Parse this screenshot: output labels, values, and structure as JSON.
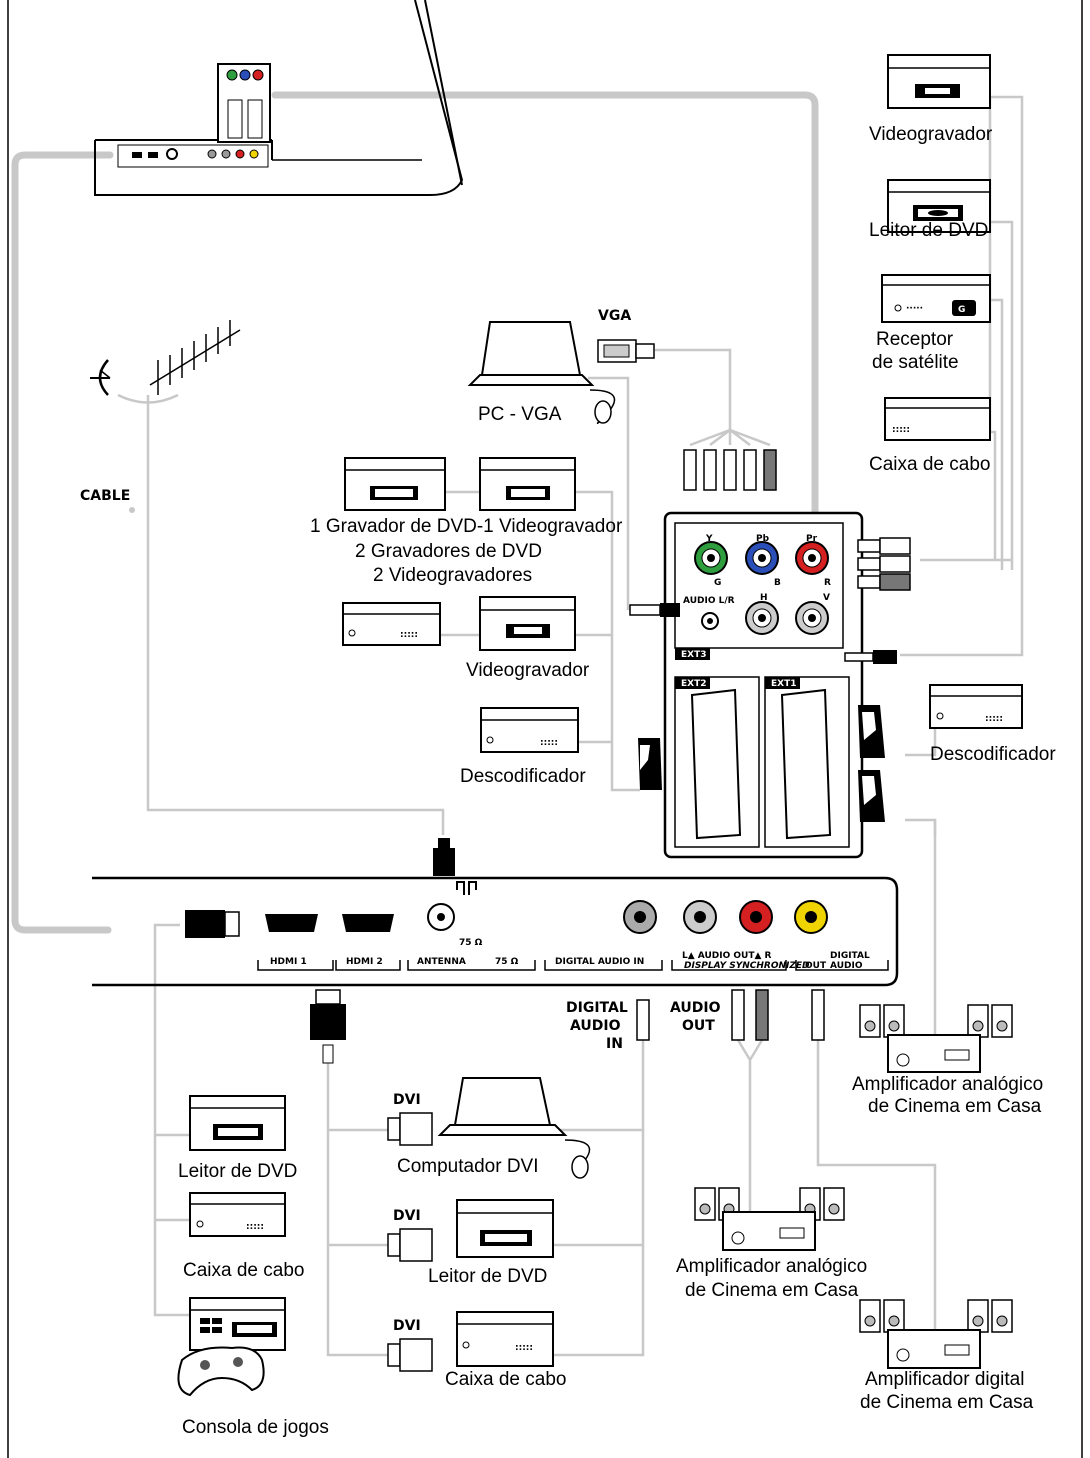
{
  "devices": {
    "vcr_top": "Videogravador",
    "dvd_top": "Leitor de DVD",
    "sat_line1": "Receptor",
    "sat_line2": "de satélite",
    "cable_top": "Caixa de cabo",
    "pc_vga": "PC - VGA",
    "recorder_line1": "1 Gravador de DVD-1 Videogravador",
    "recorder_line2": "2 Gravadores de DVD",
    "recorder_line3": "2 Videogravadores",
    "vcr_mid": "Videogravador",
    "decoder_left": "Descodificador",
    "decoder_right": "Descodificador",
    "amp_right_line1": "Amplificador analógico",
    "amp_right_line2": "de Cinema em Casa",
    "dvd_bottom": "Leitor de DVD",
    "pc_dvi": "Computador DVI",
    "cable_bottom_left": "Caixa de cabo",
    "dvd_dvi": "Leitor de DVD",
    "amp_mid_line1": "Amplificador analógico",
    "amp_mid_line2": "de Cinema em Casa",
    "amp_digital_line1": "Amplificador digital",
    "amp_digital_line2": "de Cinema em Casa",
    "cable_dvi": "Caixa de cabo",
    "console": "Consola de jogos"
  },
  "labels": {
    "vga": "VGA",
    "cable": "CABLE",
    "dvi1": "DVI",
    "dvi2": "DVI",
    "dvi3": "DVI",
    "digital_audio_in_1": "DIGITAL",
    "digital_audio_in_2": "AUDIO",
    "digital_audio_in_3": "IN",
    "audio_out_1": "AUDIO",
    "audio_out_2": "OUT"
  },
  "panel": {
    "y": "Y",
    "pb": "Pb",
    "pr": "Pr",
    "g": "G",
    "b": "B",
    "r": "R",
    "h": "H",
    "v": "V",
    "audio_lr": "AUDIO L/R",
    "ext3": "EXT3",
    "ext2": "EXT2",
    "ext1": "EXT1"
  },
  "bottom_panel": {
    "hdmi1": "HDMI 1",
    "hdmi2": "HDMI 2",
    "antenna": "ANTENNA",
    "ohm": "75 Ω",
    "digital_audio_in": "DIGITAL AUDIO IN",
    "audio_out": "L▲ AUDIO OUT▲ R",
    "display_sync": "DISPLAY SYNCHRONIZED",
    "out": "OUT",
    "digital": "DIGITAL",
    "audio": "AUDIO"
  },
  "colors": {
    "cable": "#c8c8c8",
    "green": "#2e9e3e",
    "blue": "#2a4fb8",
    "red": "#d42020",
    "yellow": "#f0d400",
    "grey": "#9a9a9a"
  }
}
